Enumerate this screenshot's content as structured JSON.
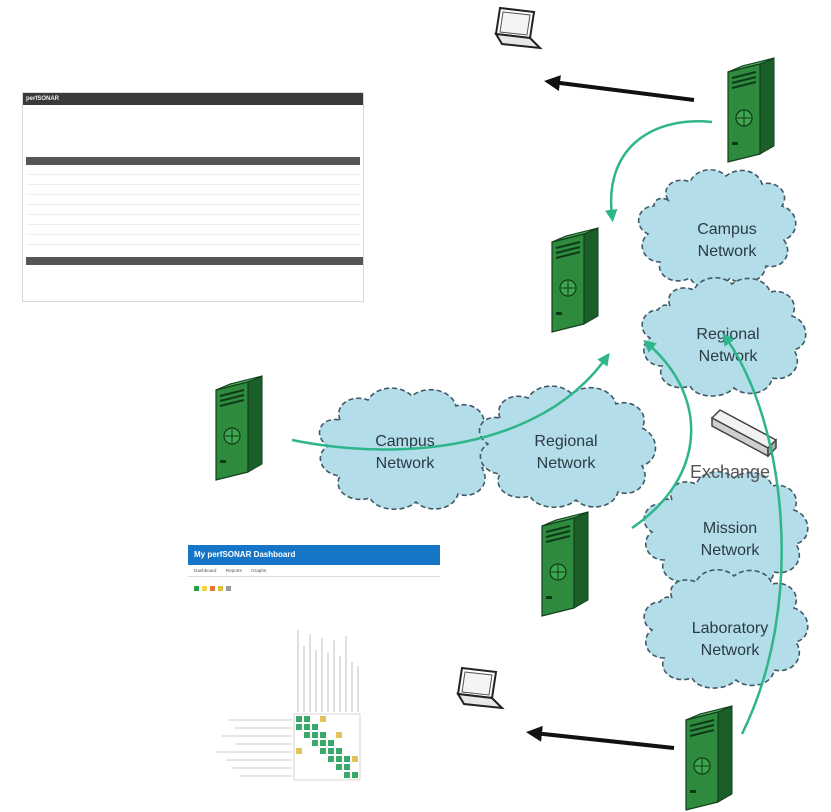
{
  "clouds": [
    {
      "id": "campus-network-right",
      "label": "Campus Network",
      "lines": [
        "Campus",
        "Network"
      ]
    },
    {
      "id": "regional-network-right",
      "label": "Regional Network",
      "lines": [
        "Regional",
        "Network"
      ]
    },
    {
      "id": "campus-network-left",
      "label": "Campus Network",
      "lines": [
        "Campus",
        "Network"
      ]
    },
    {
      "id": "regional-network-middle",
      "label": "Regional Network",
      "lines": [
        "Regional",
        "Network"
      ]
    },
    {
      "id": "mission-network",
      "label": "Mission Network",
      "lines": [
        "Mission",
        "Network"
      ]
    },
    {
      "id": "laboratory-network",
      "label": "Laboratory Network",
      "lines": [
        "Laboratory",
        "Network"
      ]
    }
  ],
  "exchange_label": "Exchange",
  "colors": {
    "cloud_fill": "#b3dde8",
    "cloud_stroke": "#3f5a66",
    "server_green": "#2e8b3e",
    "arrow_teal": "#2fb58c",
    "arrow_black": "#111111"
  },
  "toolkit_screenshot": {
    "brand": "perfSONAR",
    "subtitle": "",
    "nav": "",
    "host_title": "",
    "info_lines": [
      "",
      "",
      ""
    ],
    "table_header": "",
    "rows": [
      {
        "c1": "",
        "c2": "",
        "c3": "",
        "c4": ""
      },
      {
        "c1": "",
        "c2": "",
        "c3": "",
        "c4": ""
      },
      {
        "c1": "",
        "c2": "",
        "c3": "",
        "c4": ""
      },
      {
        "c1": "",
        "c2": "",
        "c3": "",
        "c4": ""
      },
      {
        "c1": "",
        "c2": "",
        "c3": "",
        "c4": ""
      },
      {
        "c1": "",
        "c2": "",
        "c3": "",
        "c4": ""
      },
      {
        "c1": "",
        "c2": "",
        "c3": "",
        "c4": ""
      },
      {
        "c1": "",
        "c2": "",
        "c3": "",
        "c4": ""
      }
    ],
    "table2_header": "",
    "table2_row": ""
  },
  "dashboard_screenshot": {
    "title": "My perfSONAR Dashboard",
    "nav_items": [
      "Dashboard",
      "Reports",
      "Graphs"
    ],
    "heading": "",
    "legend": [
      {
        "label": "",
        "color": "#2e9e44"
      },
      {
        "label": "",
        "color": "#f0d44a"
      },
      {
        "label": "",
        "color": "#e07a2e"
      },
      {
        "label": "",
        "color": "#d9c23a"
      },
      {
        "label": "",
        "color": "#9a9a9a"
      }
    ],
    "note": ""
  }
}
